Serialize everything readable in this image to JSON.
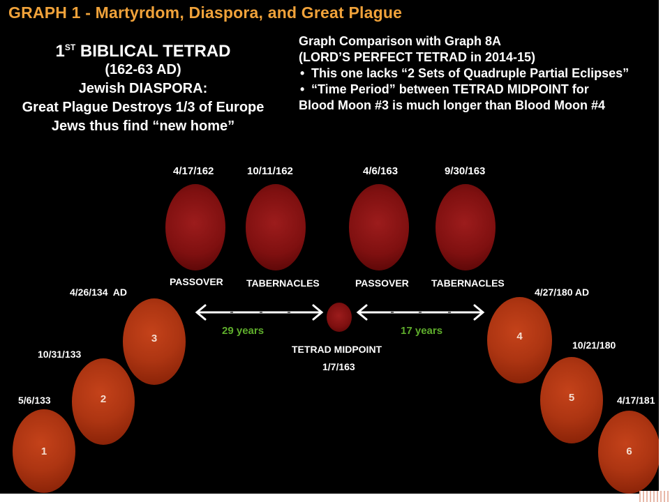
{
  "title": "GRAPH 1 - Martyrdom, Diaspora, and Great Plague",
  "left_text": {
    "heading_main": "1",
    "heading_sup": "ST",
    "heading_rest": " BIBLICAL TETRAD",
    "dates": "(162-63 AD)",
    "line3": "Jewish DIASPORA:",
    "line4": "Great Plague Destroys 1/3 of Europe",
    "line5": "Jews thus find “new home”"
  },
  "right_text": {
    "line1": "Graph Comparison with Graph 8A",
    "line2": "(LORD’S PERFECT TETRAD in 2014-15)",
    "bullet1": "This one lacks “2 Sets of Quadruple Partial Eclipses”",
    "bullet2_a": "“Time Period” between TETRAD MIDPOINT for",
    "bullet2_b": "Blood Moon #3 is much longer than Blood Moon #4"
  },
  "tetrad": [
    {
      "date": "4/17/162",
      "feast": "PASSOVER"
    },
    {
      "date": "10/11/162",
      "feast": "TABERNACLES"
    },
    {
      "date": "4/6/163",
      "feast": "PASSOVER"
    },
    {
      "date": "9/30/163",
      "feast": "TABERNACLES"
    }
  ],
  "midpoint": {
    "label": "TETRAD MIDPOINT",
    "date": "1/7/163"
  },
  "gaps": {
    "left": "29 years",
    "right": "17 years"
  },
  "left_moons": [
    {
      "number": "1",
      "date": "5/6/133"
    },
    {
      "number": "2",
      "date": "10/31/133"
    },
    {
      "number": "3",
      "date": "4/26/134  AD"
    }
  ],
  "right_moons": [
    {
      "number": "4",
      "date": "4/27/180 AD"
    },
    {
      "number": "5",
      "date": "10/21/180"
    },
    {
      "number": "6",
      "date": "4/17/181"
    }
  ],
  "colors": {
    "title": "#f0a23a",
    "gap_text": "#5fae2c",
    "tetrad_moon": "#8a1414",
    "side_moon": "#b03a14"
  }
}
